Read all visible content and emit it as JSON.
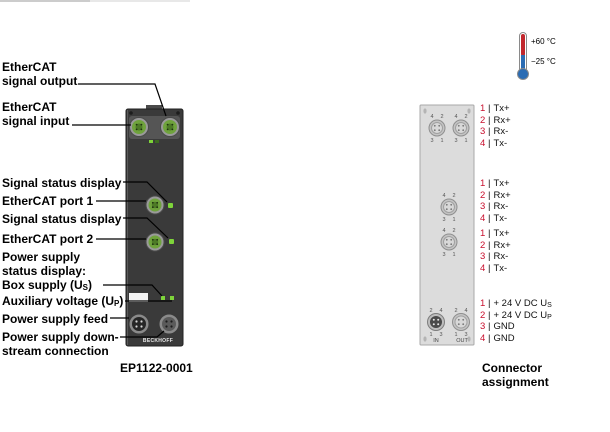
{
  "labels": {
    "signal_output": {
      "line1": "EtherCAT",
      "line2": "signal output"
    },
    "signal_input": {
      "line1": "EtherCAT",
      "line2": "signal input"
    },
    "signal_status_1": "Signal status display",
    "port_1": "EtherCAT port 1",
    "signal_status_2": "Signal status display",
    "port_2": "EtherCAT port 2",
    "power_status": {
      "line1": "Power supply",
      "line2": "status display:"
    },
    "box_supply": {
      "text": "Box supply (U",
      "sub": "S",
      "end": ")"
    },
    "aux_voltage": {
      "text": "Auxiliary voltage (U",
      "sub": "P",
      "end": ")"
    },
    "power_feed": "Power supply feed",
    "power_downstream": {
      "line1": "Power supply down-",
      "line2": "stream connection"
    }
  },
  "device": {
    "model": "EP1122-0001",
    "brand": "BECKHOFF",
    "body_color": "#3a3a3a",
    "led_color": "#7ed43a",
    "connector_color": "#6fa33c"
  },
  "thermometer": {
    "max": "+60 °C",
    "min": "−25 °C",
    "hot_color": "#c1272d",
    "cold_color": "#2b6cb3"
  },
  "connector_assignment": {
    "title": {
      "line1": "Connector",
      "line2": "assignment"
    },
    "separator": "|",
    "pin_number_color": "#c8102e",
    "signal_pins": {
      "tl": "4",
      "tr": "2",
      "bl": "3",
      "br": "1"
    },
    "power_pins": {
      "tl": "2",
      "tr": "4",
      "bl": "1",
      "br": "3"
    },
    "in_label": "IN",
    "out_label": "OUT",
    "groups": [
      {
        "pins": [
          {
            "n": "1",
            "s": "Tx+"
          },
          {
            "n": "2",
            "s": "Rx+"
          },
          {
            "n": "3",
            "s": "Rx-"
          },
          {
            "n": "4",
            "s": "Tx-"
          }
        ]
      },
      {
        "pins": [
          {
            "n": "1",
            "s": "Tx+"
          },
          {
            "n": "2",
            "s": "Rx+"
          },
          {
            "n": "3",
            "s": "Rx-"
          },
          {
            "n": "4",
            "s": "Tx-"
          }
        ]
      },
      {
        "pins": [
          {
            "n": "1",
            "s": "Tx+"
          },
          {
            "n": "2",
            "s": "Rx+"
          },
          {
            "n": "3",
            "s": "Rx-"
          },
          {
            "n": "4",
            "s": "Tx-"
          }
        ]
      },
      {
        "pins": [
          {
            "n": "1",
            "s": "+ 24 V DC U",
            "sub": "S"
          },
          {
            "n": "2",
            "s": "+ 24 V DC U",
            "sub": "P"
          },
          {
            "n": "3",
            "s": "GND"
          },
          {
            "n": "4",
            "s": "GND"
          }
        ]
      }
    ]
  }
}
